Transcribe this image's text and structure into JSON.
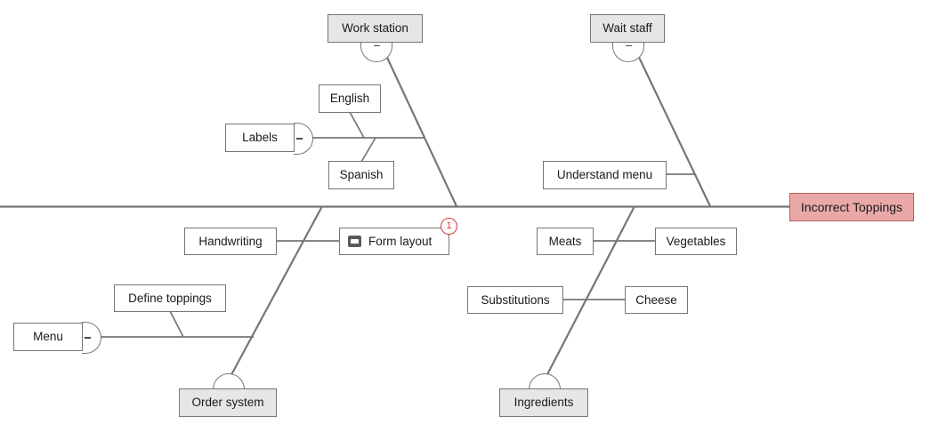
{
  "diagram": {
    "type": "fishbone",
    "title": "Incorrect Toppings",
    "head": {
      "label": "Incorrect Toppings",
      "bg": "#eba8a8",
      "border": "#b85c5c"
    },
    "spine_color": "#767676",
    "category_bg": "#e6e6e6",
    "categories": [
      {
        "id": "work-station",
        "label": "Work station",
        "position": "top-left",
        "handle": "minus"
      },
      {
        "id": "wait-staff",
        "label": "Wait staff",
        "position": "top-right",
        "handle": "minus"
      },
      {
        "id": "order-system",
        "label": "Order system",
        "position": "bottom-left",
        "handle": "minus"
      },
      {
        "id": "ingredients",
        "label": "Ingredients",
        "position": "bottom-right",
        "handle": "minus"
      }
    ],
    "causes": [
      {
        "id": "labels",
        "label": "Labels",
        "handle": "minus",
        "branch": "work-station"
      },
      {
        "id": "english",
        "label": "English",
        "branch": "labels"
      },
      {
        "id": "spanish",
        "label": "Spanish",
        "branch": "labels"
      },
      {
        "id": "understand-menu",
        "label": "Understand menu",
        "branch": "wait-staff"
      },
      {
        "id": "handwriting",
        "label": "Handwriting",
        "branch": "order-system"
      },
      {
        "id": "form-layout",
        "label": "Form layout",
        "branch": "order-system",
        "icon": "note-icon",
        "badge": "1"
      },
      {
        "id": "menu",
        "label": "Menu",
        "handle": "minus",
        "branch": "order-system"
      },
      {
        "id": "define-toppings",
        "label": "Define toppings",
        "branch": "menu"
      },
      {
        "id": "meats",
        "label": "Meats",
        "branch": "ingredients"
      },
      {
        "id": "vegetables",
        "label": "Vegetables",
        "branch": "ingredients"
      },
      {
        "id": "substitutions",
        "label": "Substitutions",
        "branch": "ingredients"
      },
      {
        "id": "cheese",
        "label": "Cheese",
        "branch": "ingredients"
      }
    ],
    "badges": [
      {
        "owner": "form-layout",
        "count": "1",
        "color": "#e03434"
      }
    ]
  }
}
